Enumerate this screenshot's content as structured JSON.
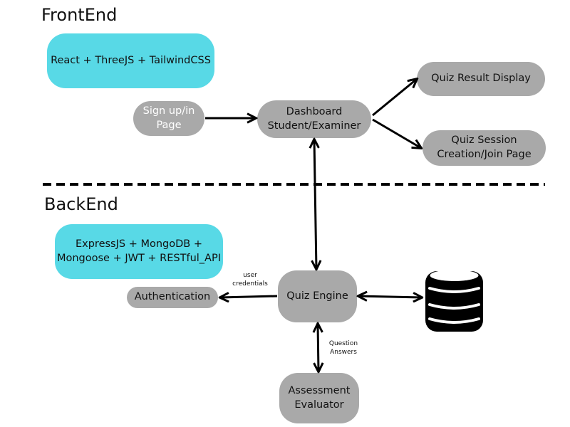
{
  "frontend": {
    "title": "FrontEnd",
    "tech_stack": "React + ThreeJS + TailwindCSS",
    "signup_page": "Sign up/in\nPage",
    "dashboard": "Dashboard\nStudent/Examiner",
    "quiz_result": "Quiz Result Display",
    "quiz_session": "Quiz Session\nCreation/Join Page"
  },
  "backend": {
    "title": "BackEnd",
    "tech_stack": "ExpressJS + MongoDB +\nMongoose + JWT + RESTful_API",
    "authentication": "Authentication",
    "quiz_engine": "Quiz Engine",
    "assessment_evaluator": "Assessment\nEvaluator",
    "database_icon": "database-icon"
  },
  "edge_labels": {
    "user_credentials": "user\ncredentials",
    "question_answers": "Question\nAnswers"
  },
  "colors": {
    "tech_box": "#58d9e6",
    "component_box": "#a9a9a9",
    "arrows": "#000000"
  }
}
